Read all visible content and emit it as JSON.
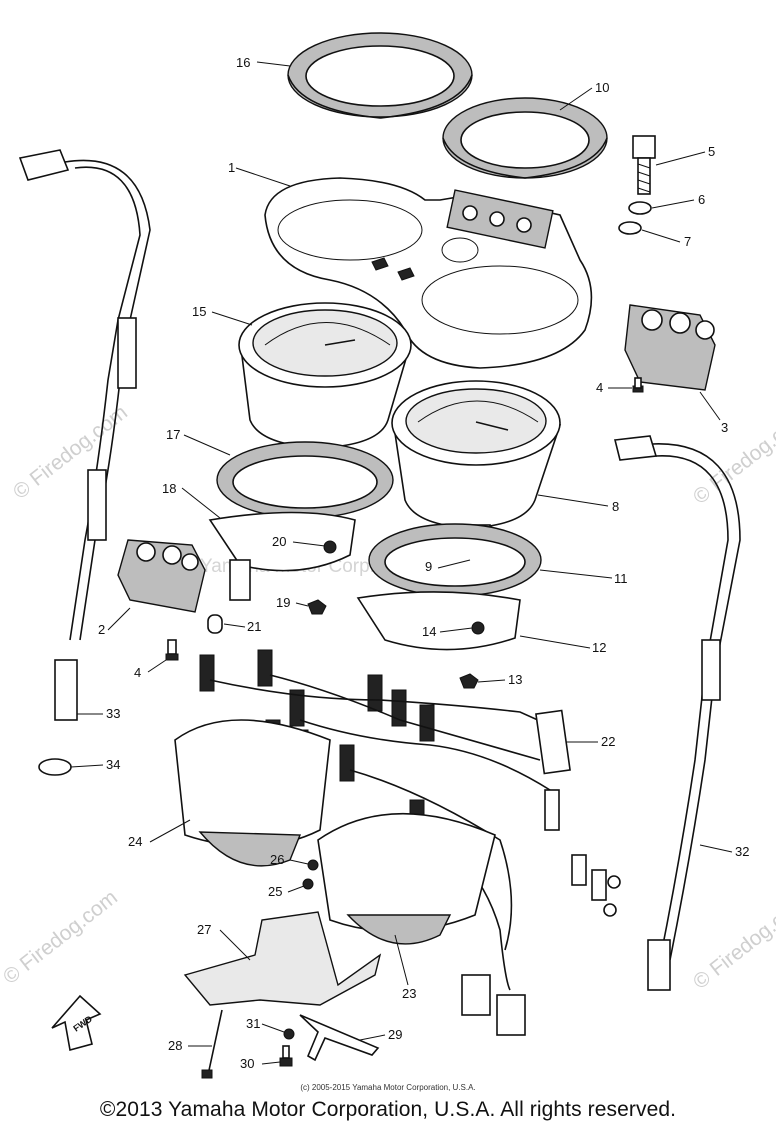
{
  "watermarks": {
    "left": "© Firedog.com",
    "right": "© Firedog.com",
    "lower_left": "© Firedog.com",
    "lower_right": "© Firedog.com",
    "center": "Yamaha Motor Corp., U.S.A."
  },
  "fwd_label": "FWD",
  "callouts": {
    "c1": "1",
    "c2": "2",
    "c3": "3",
    "c4a": "4",
    "c4b": "4",
    "c5": "5",
    "c6": "6",
    "c7": "7",
    "c8": "8",
    "c9": "9",
    "c10": "10",
    "c11": "11",
    "c12": "12",
    "c13": "13",
    "c14": "14",
    "c15": "15",
    "c16": "16",
    "c17": "17",
    "c18": "18",
    "c19": "19",
    "c20": "20",
    "c21": "21",
    "c22": "22",
    "c23": "23",
    "c24": "24",
    "c25": "25",
    "c26": "26",
    "c27": "27",
    "c28": "28",
    "c29": "29",
    "c30": "30",
    "c31": "31",
    "c32": "32",
    "c33": "33",
    "c34": "34"
  },
  "small_copyright": "(c) 2005-2015 Yamaha Motor Corporation, U.S.A.",
  "footer": "©2013 Yamaha Motor Corporation, U.S.A. All rights reserved."
}
